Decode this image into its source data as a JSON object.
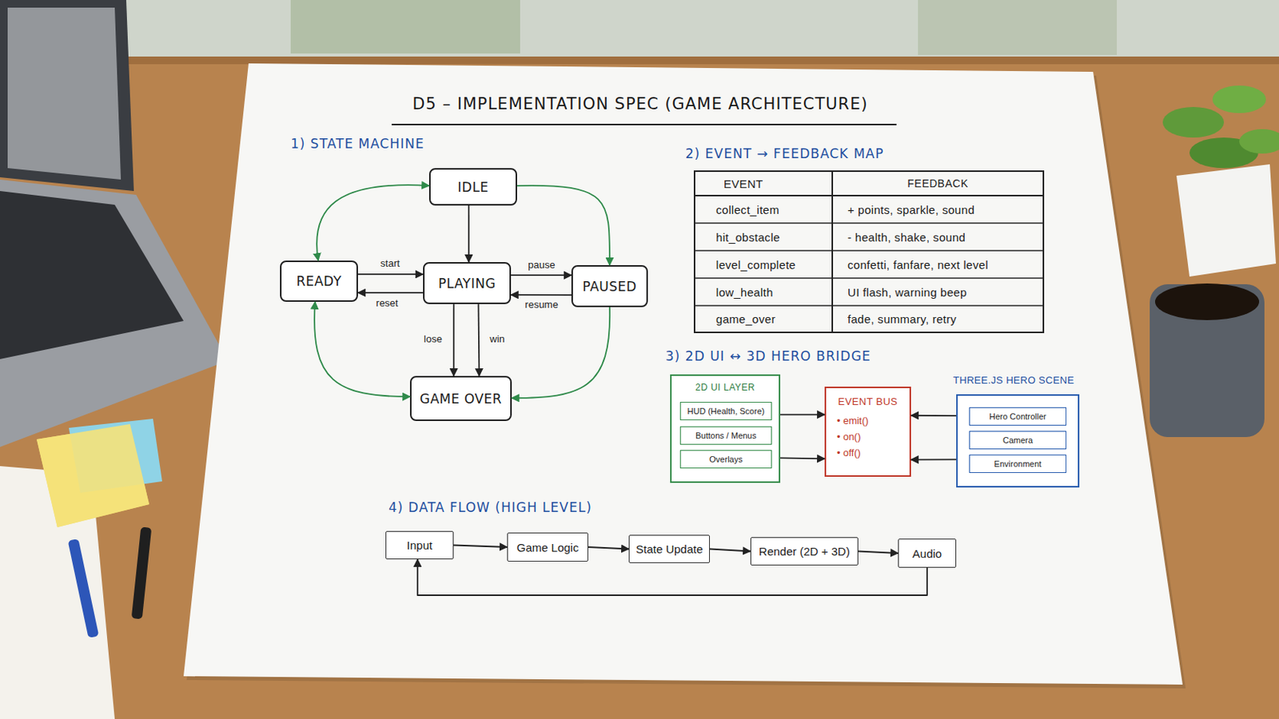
{
  "diagram": {
    "title": "D5 – IMPLEMENTATION SPEC (GAME ARCHITECTURE)",
    "nodes": [
      {
        "text": [
          "IDLE"
        ]
      },
      {
        "text": [
          "READY"
        ]
      },
      {
        "text": [
          "PLAYING"
        ]
      },
      {
        "text": [
          "PAUSED"
        ]
      },
      {
        "text": [
          "GAME OVER"
        ]
      },
      {
        "text": [
          "2D UI LAYER"
        ]
      },
      {
        "text": [
          "HUD (Health, Score)"
        ],
        "in": 5
      },
      {
        "text": [
          "Buttons / Menus"
        ],
        "in": 5
      },
      {
        "text": [
          "Overlays"
        ],
        "in": 5
      },
      {
        "text": [
          "EVENT BUS",
          "• emit()",
          "• on()",
          "• off()"
        ]
      },
      {
        "text": [
          "THREE.JS HERO SCENE"
        ]
      },
      {
        "text": [
          "Hero Controller"
        ],
        "in": 10
      },
      {
        "text": [
          "Camera"
        ],
        "in": 10
      },
      {
        "text": [
          "Environment"
        ],
        "in": 10
      },
      {
        "text": [
          "Input"
        ]
      },
      {
        "text": [
          "Game Logic"
        ]
      },
      {
        "text": [
          "State Update"
        ]
      },
      {
        "text": [
          "Render (2D + 3D)"
        ]
      },
      {
        "text": [
          "Audio"
        ]
      }
    ],
    "edges": [
      {
        "from": 0,
        "to": 2,
        "arrow": "to"
      },
      {
        "from": 1,
        "to": 2,
        "label": "start",
        "arrow": "to"
      },
      {
        "from": 2,
        "to": 1,
        "label": "reset",
        "arrow": "to"
      },
      {
        "from": 2,
        "to": 3,
        "label": "pause",
        "arrow": "to"
      },
      {
        "from": 3,
        "to": 2,
        "label": "resume",
        "arrow": "to"
      },
      {
        "from": 2,
        "to": 4,
        "label": "lose",
        "arrow": "to"
      },
      {
        "from": 2,
        "to": 4,
        "label": "win",
        "arrow": "to"
      },
      {
        "from": 0,
        "to": 1,
        "arrow": "both"
      },
      {
        "from": 0,
        "to": 3,
        "arrow": "to"
      },
      {
        "from": 1,
        "to": 4,
        "arrow": "both"
      },
      {
        "from": 3,
        "to": 4,
        "arrow": "to"
      },
      {
        "from": 5,
        "to": 9,
        "arrow": "to"
      },
      {
        "from": 5,
        "to": 9,
        "arrow": "to"
      },
      {
        "from": 10,
        "to": 9,
        "arrow": "to"
      },
      {
        "from": 10,
        "to": 9,
        "arrow": "to"
      },
      {
        "from": 14,
        "to": 15,
        "arrow": "to"
      },
      {
        "from": 15,
        "to": 16,
        "arrow": "to"
      },
      {
        "from": 16,
        "to": 17,
        "arrow": "to"
      },
      {
        "from": 17,
        "to": 18,
        "arrow": "to"
      },
      {
        "from": 18,
        "to": 14,
        "arrow": "to"
      }
    ],
    "labels": [
      "1) STATE MACHINE",
      "2) EVENT → FEEDBACK MAP",
      "EVENT",
      "FEEDBACK",
      "collect_item",
      "+ points, sparkle, sound",
      "hit_obstacle",
      "- health, shake, sound",
      "level_complete",
      "confetti, fanfare, next level",
      "low_health",
      "UI flash, warning beep",
      "game_over",
      "fade, summary, retry",
      "3) 2D UI ↔ 3D HERO BRIDGE",
      "4) DATA FLOW (HIGH LEVEL)"
    ]
  }
}
